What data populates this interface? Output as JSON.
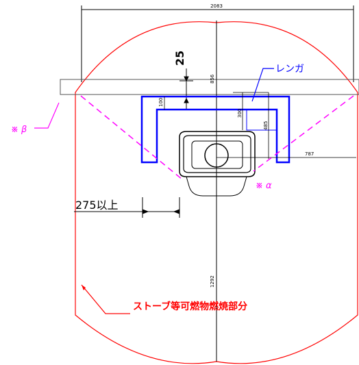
{
  "dimensions": {
    "total_width": "2083",
    "clearance_top": "25",
    "d_856": "856",
    "d_100": "100",
    "d_300": "300",
    "d_485": "485",
    "d_787": "787",
    "d_1292": "1292",
    "side_clearance": "275以上"
  },
  "labels": {
    "brick": "レンガ",
    "alpha": "※ α",
    "beta": "※ β",
    "combustible_area": "ストーブ等可燃物燃焼部分"
  },
  "colors": {
    "boundary": "#ff0000",
    "brick": "#0000ff",
    "angle_lines": "#ff00ff",
    "dimension": "#000000"
  }
}
